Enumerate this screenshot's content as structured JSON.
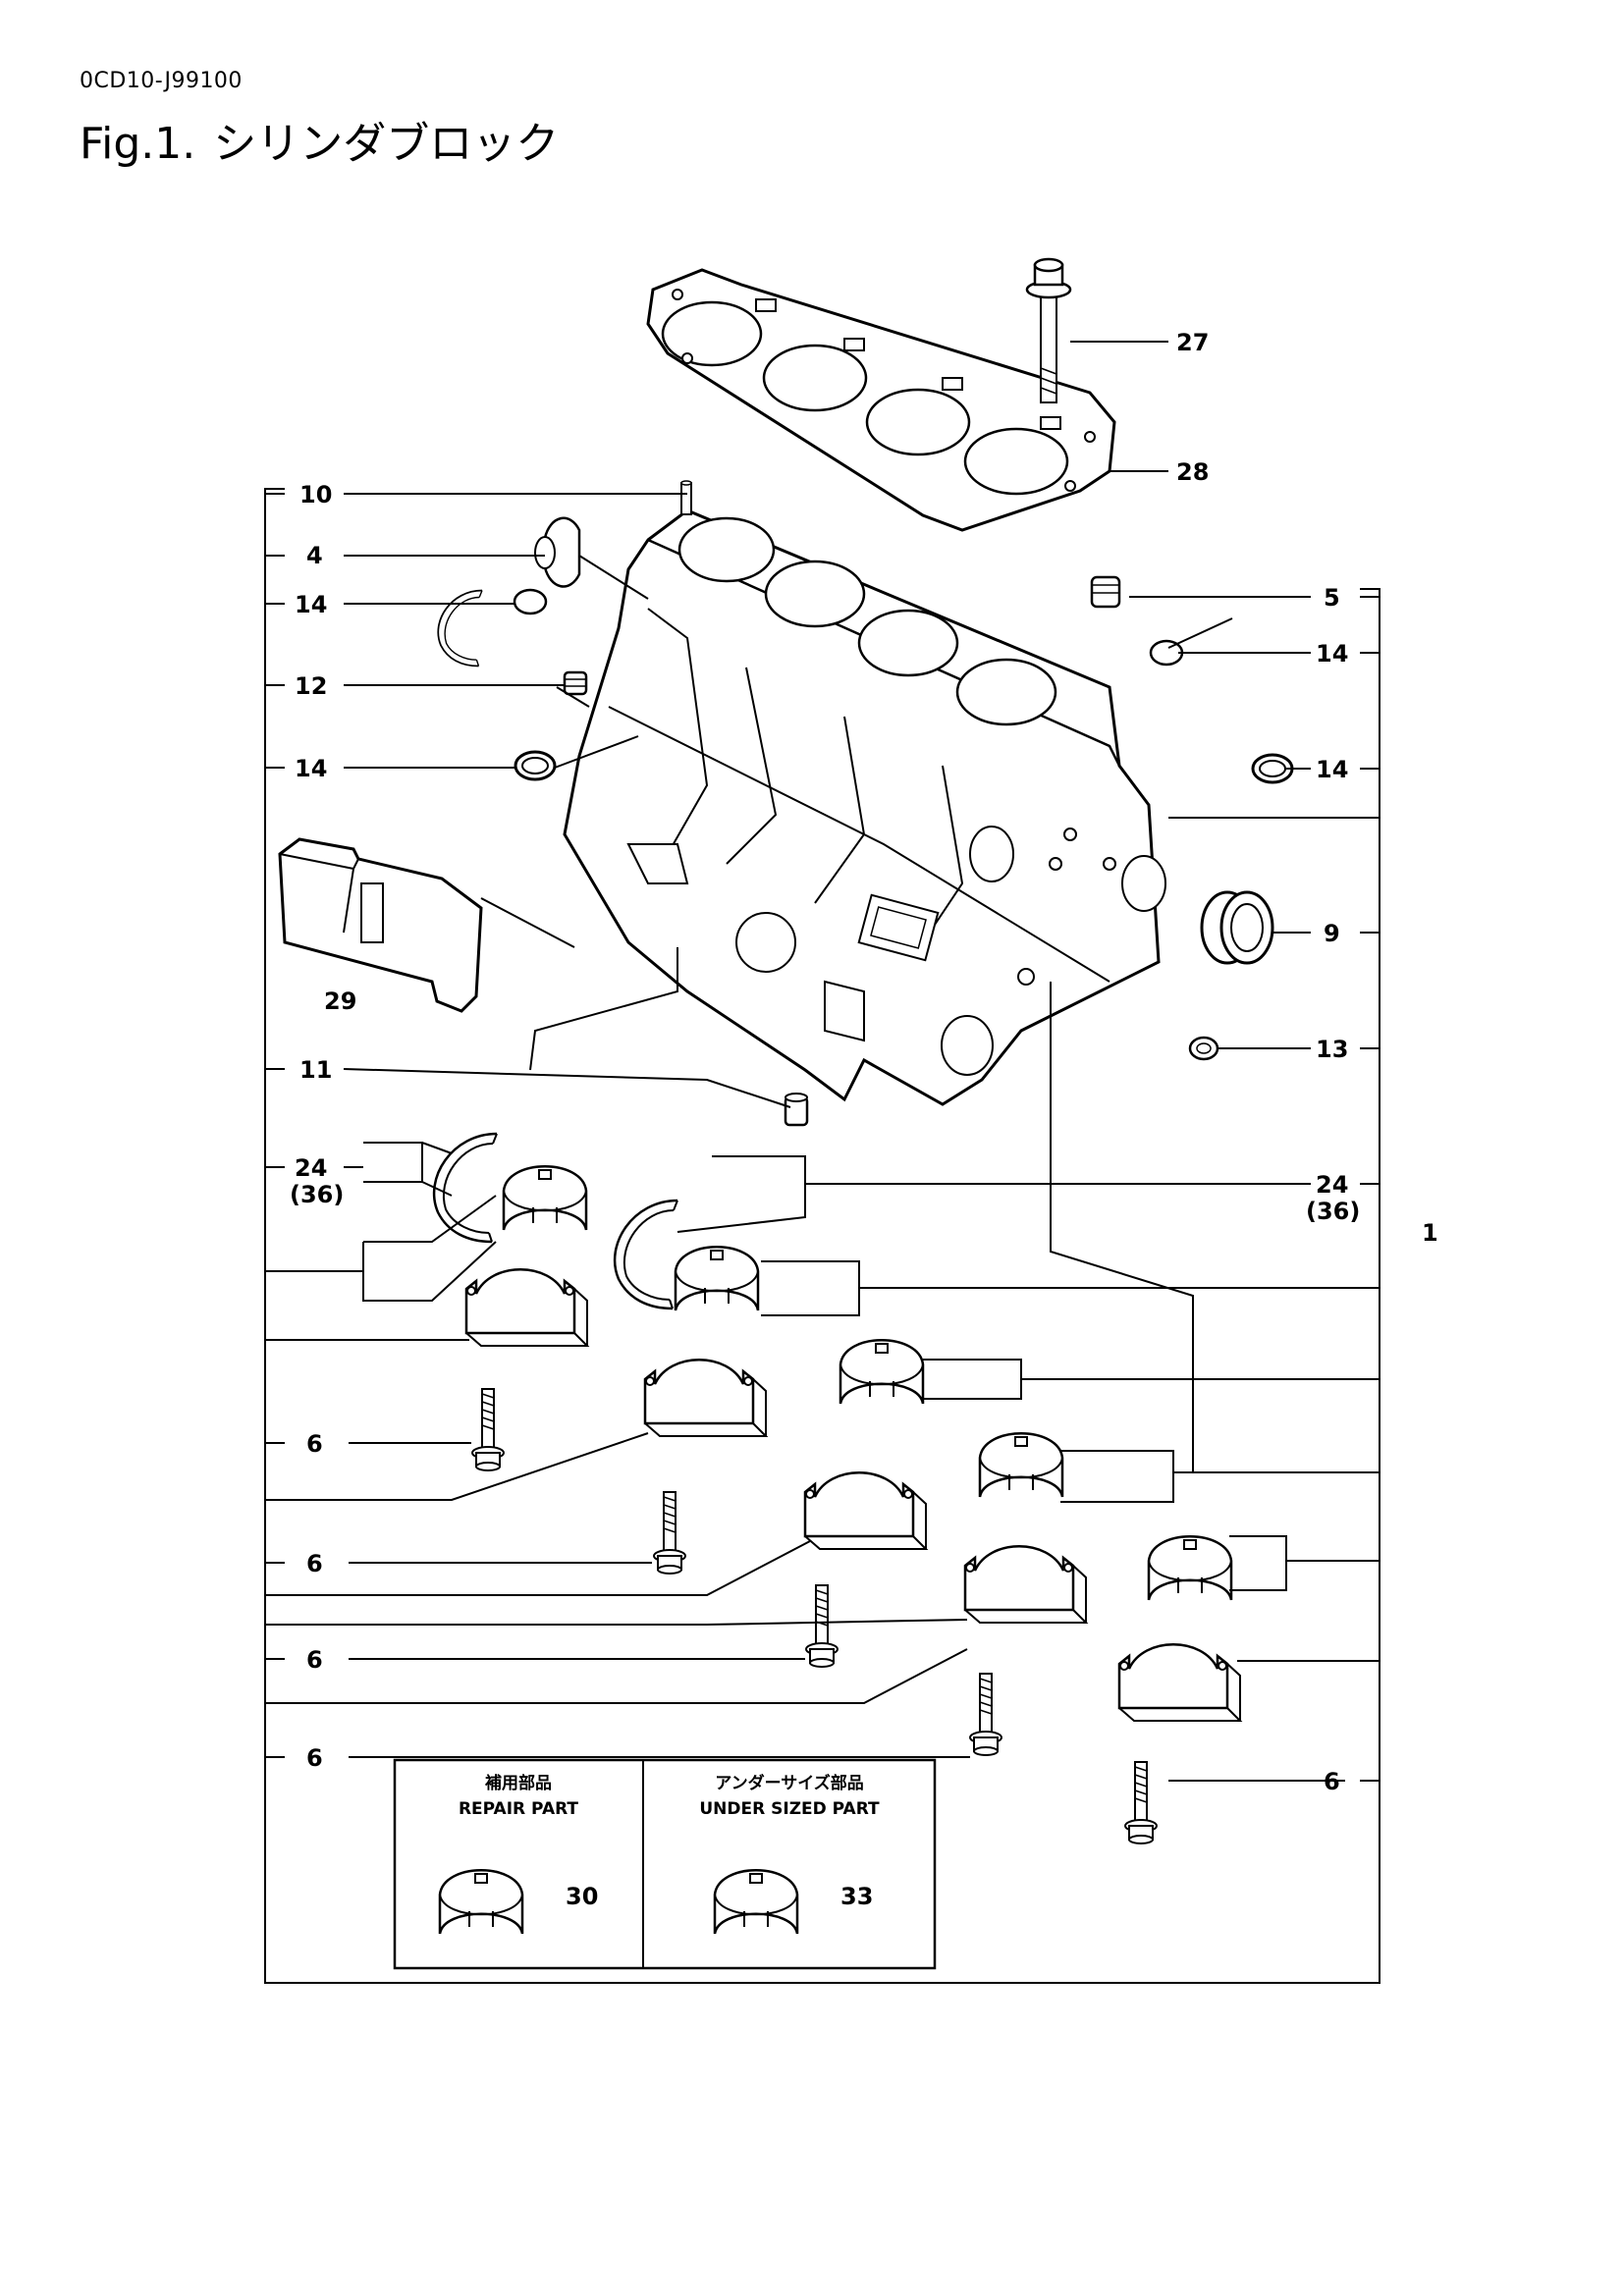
{
  "header": {
    "doc_code": "0CD10-J99100",
    "fig_no": "Fig.1.",
    "fig_title": "シリンダブロック"
  },
  "callouts": {
    "c1": "1",
    "c4": "4",
    "c5": "5",
    "c6": "6",
    "c9": "9",
    "c10": "10",
    "c11": "11",
    "c12": "12",
    "c13": "13",
    "c14": "14",
    "c24": "24",
    "c24sub": "(36)",
    "c27": "27",
    "c28": "28",
    "c29": "29",
    "c30": "30",
    "c33": "33"
  },
  "parts_box": {
    "repair_jp": "補用部品",
    "repair_en": "REPAIR PART",
    "under_jp": "アンダーサイズ部品",
    "under_en": "UNDER SIZED PART"
  }
}
